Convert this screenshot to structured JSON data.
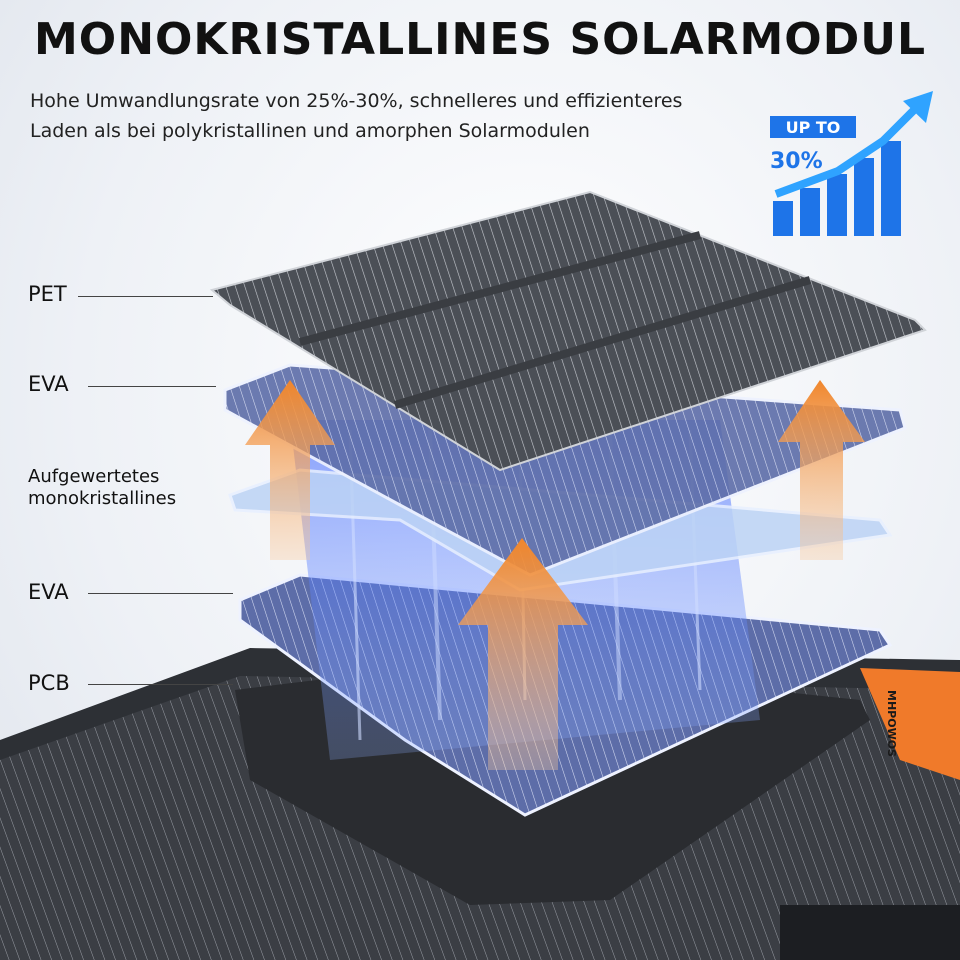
{
  "title": "MONOKRISTALLINES SOLARMODUL",
  "subtitle": {
    "line1": "Hohe Umwandlungsrate von 25%-30%, schnelleres und effizienteres",
    "line2": "Laden als bei polykristallinen und amorphen Solarmodulen"
  },
  "badge": {
    "up_to": "UP TO",
    "percent": "30%",
    "colors": {
      "blue": "#1e74e8",
      "light_blue": "#2fa3ff"
    }
  },
  "layers": [
    {
      "id": "pet",
      "label": "PET"
    },
    {
      "id": "eva-top",
      "label": "EVA"
    },
    {
      "id": "mono",
      "label_line1": "Aufgewertetes",
      "label_line2": "monokristallines"
    },
    {
      "id": "eva-bottom",
      "label": "EVA"
    },
    {
      "id": "pcb",
      "label": "PCB"
    }
  ],
  "brand": "MHPOWOS",
  "colors": {
    "arrow": "#f28a2e",
    "panel": "#3a3d42",
    "glow": "#4a7dff",
    "brand_strip": "#f07a2a"
  }
}
